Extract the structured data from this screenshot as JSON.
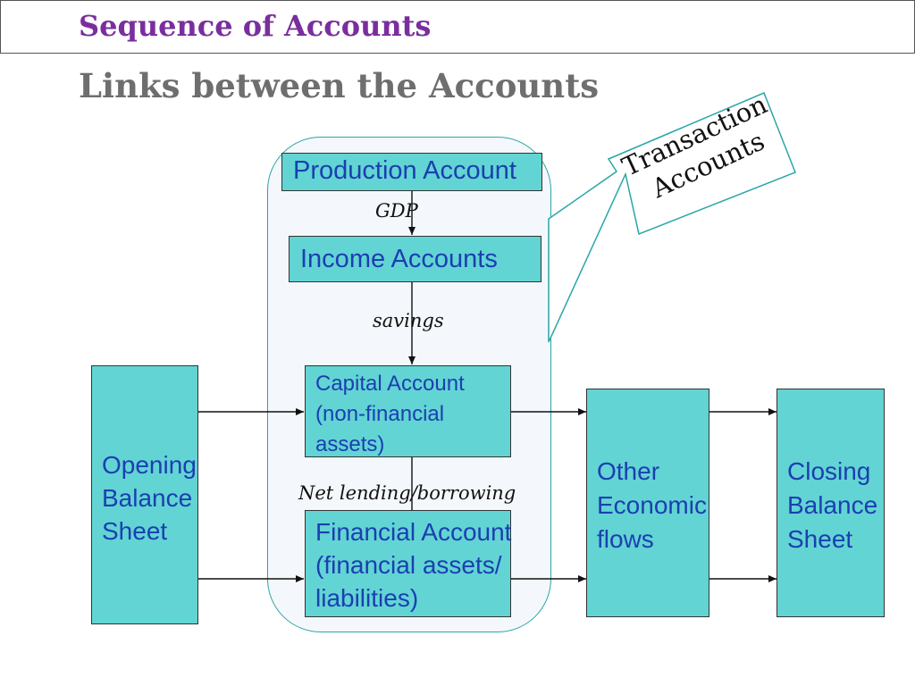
{
  "header": {
    "section_title": "Sequence of Accounts"
  },
  "slide": {
    "title": "Links between the Accounts"
  },
  "callout": {
    "text": "Transaction\nAccounts"
  },
  "boxes": {
    "production": "Production Account",
    "income": "Income Accounts",
    "capital": "Capital Account\n(non-financial\nassets)",
    "financial": "Financial Account\n(financial assets/\nliabilities)",
    "opening": "Opening\nBalance\nSheet",
    "other": "Other\nEconomic\nflows",
    "closing": "Closing\nBalance\nSheet"
  },
  "labels": {
    "gdp": "GDP",
    "savings": "savings",
    "net_lending": "Net lending/borrowing"
  },
  "colors": {
    "box_fill": "#62d4d4",
    "box_text": "#1b3fb0",
    "section_title": "#7a2e9e",
    "callout_border": "#2aa6a6"
  }
}
